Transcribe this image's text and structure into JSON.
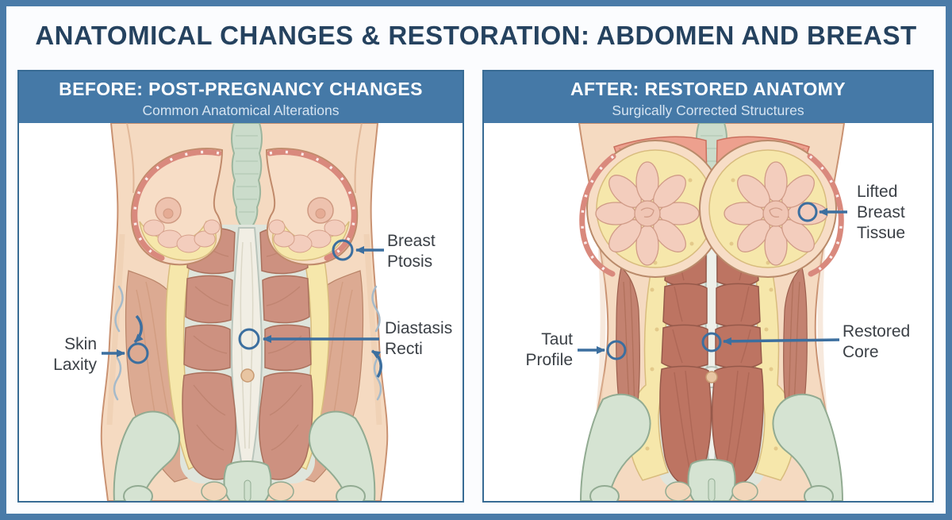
{
  "title": "ANATOMICAL CHANGES & RESTORATION: ABDOMEN AND BREAST",
  "panels": {
    "before": {
      "heading": "BEFORE: POST-PREGNANCY CHANGES",
      "subheading": "Common Anatomical Alterations",
      "labels": {
        "breast_ptosis": "Breast Ptosis",
        "diastasis_recti": "Diastasis Recti",
        "skin_laxity": "Skin Laxity"
      }
    },
    "after": {
      "heading": "AFTER: RESTORED ANATOMY",
      "subheading": "Surgically Corrected Structures",
      "labels": {
        "lifted_breast_tissue": "Lifted Breast Tissue",
        "taut_profile": "Taut Profile",
        "restored_core": "Restored Core"
      }
    }
  },
  "colors": {
    "frame_blue": "#4a7ba8",
    "panel_header_blue": "#4579a7",
    "panel_border_blue": "#386b94",
    "title_navy": "#25425f",
    "annotation_blue": "#3c6f9f",
    "label_gray": "#3b4046",
    "skin": "#f5dac1",
    "fat_yellow": "#f6e7ab",
    "gland_pink": "#f3cdbd",
    "muscle_before": "#cd9180",
    "muscle_after": "#bd7462",
    "pectoral_salmon": "#eda08e",
    "bone_green": "#d5e3d2",
    "spine_green": "#cbdccb"
  }
}
